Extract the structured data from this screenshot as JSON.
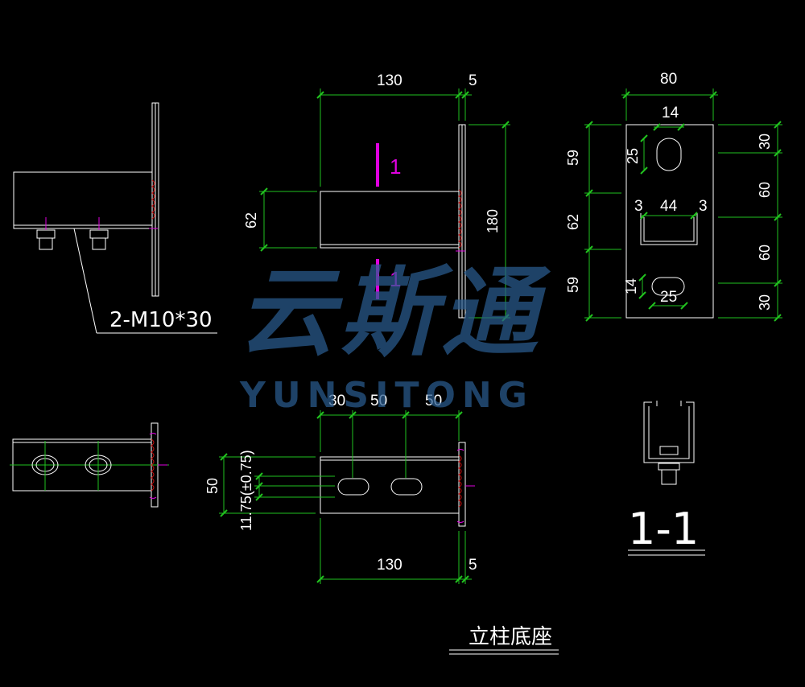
{
  "drawing": {
    "title": "立柱底座",
    "section_label": "1-1",
    "bolt_callout": "2-M10*30",
    "cut_mark": "1",
    "watermark_cn": "云斯通",
    "watermark_en": "YUNSITONG"
  },
  "dims": {
    "front": {
      "top_width": "130",
      "top_plate": "5",
      "left_height": "62",
      "right_height": "180"
    },
    "right_view": {
      "top_width": "80",
      "slot_width": "14",
      "slot_length": "25",
      "left_59_top": "59",
      "left_62": "62",
      "left_59_bottom": "59",
      "right_30_top": "30",
      "right_60_top": "60",
      "right_60_bottom": "60",
      "right_30_bottom": "30",
      "inner_gap": "44",
      "inner_left": "3",
      "inner_right": "3",
      "bottom_slot_width": "14",
      "bottom_slot_length": "25"
    },
    "plan": {
      "top_30": "30",
      "top_50a": "50",
      "top_50b": "50",
      "left_50": "50",
      "left_tol": "11.75(±0.75)",
      "bottom_width": "130",
      "bottom_plate": "5"
    }
  },
  "colors": {
    "line": "#ffffff",
    "dimension": "#21c21f",
    "cut": "#e000e0",
    "weld": "#d01010",
    "watermark": "#2a5c8f"
  }
}
